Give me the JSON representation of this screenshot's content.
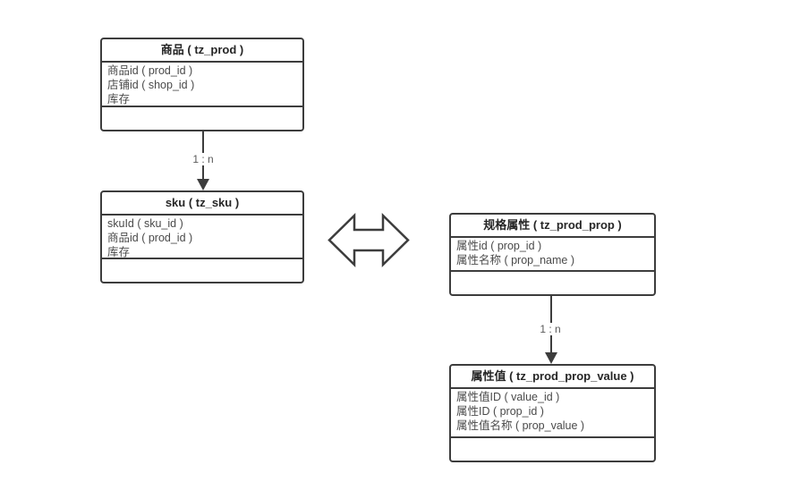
{
  "diagram": {
    "entities": [
      {
        "id": "prod",
        "title": "商品 ( tz_prod )",
        "fields": [
          "商品id ( prod_id )",
          "店铺id ( shop_id )",
          "库存"
        ]
      },
      {
        "id": "sku",
        "title": "sku ( tz_sku )",
        "fields": [
          "skuId ( sku_id )",
          "商品id ( prod_id )",
          "库存"
        ]
      },
      {
        "id": "prop",
        "title": "规格属性 ( tz_prod_prop )",
        "fields": [
          "属性id ( prop_id )",
          "属性名称 ( prop_name )"
        ]
      },
      {
        "id": "value",
        "title": "属性值 ( tz_prod_prop_value )",
        "fields": [
          "属性值ID ( value_id )",
          "属性ID ( prop_id )",
          "属性值名称 ( prop_value )"
        ]
      }
    ],
    "connections": [
      {
        "from": "商品 (tz_prod)",
        "to": "sku (tz_sku)",
        "label": "1 : n"
      },
      {
        "from": "规格属性 (tz_prod_prop)",
        "to": "属性值 (tz_prod_prop_value)",
        "label": "1 : n"
      }
    ],
    "colors": {
      "line": "#3d3d3d",
      "title_text": "#262626",
      "field_text": "#4a4a4a",
      "label_text": "#5a5a5a",
      "background": "#ffffff"
    }
  }
}
